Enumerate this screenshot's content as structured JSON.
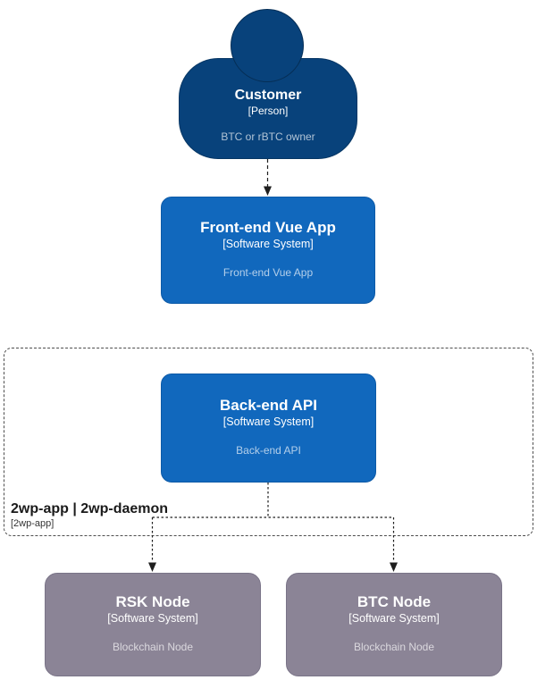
{
  "person": {
    "name": "Customer",
    "type": "[Person]",
    "description": "BTC or rBTC owner"
  },
  "frontend": {
    "name": "Front-end Vue App",
    "type": "[Software System]",
    "description": "Front-end Vue App"
  },
  "backend": {
    "name": "Back-end API",
    "type": "[Software System]",
    "description": "Back-end API"
  },
  "boundary": {
    "name": "2wp-app | 2wp-daemon",
    "type": "[2wp-app]"
  },
  "rsk": {
    "name": "RSK Node",
    "type": "[Software System]",
    "description": "Blockchain Node"
  },
  "btc": {
    "name": "BTC Node",
    "type": "[Software System]",
    "description": "Blockchain Node"
  },
  "colors": {
    "person_fill": "#08427b",
    "system_fill": "#1168bd",
    "external_fill": "#8b8496",
    "connector": "#1f1f1f",
    "boundary_border": "#4d4d4d",
    "background": "#ffffff"
  }
}
